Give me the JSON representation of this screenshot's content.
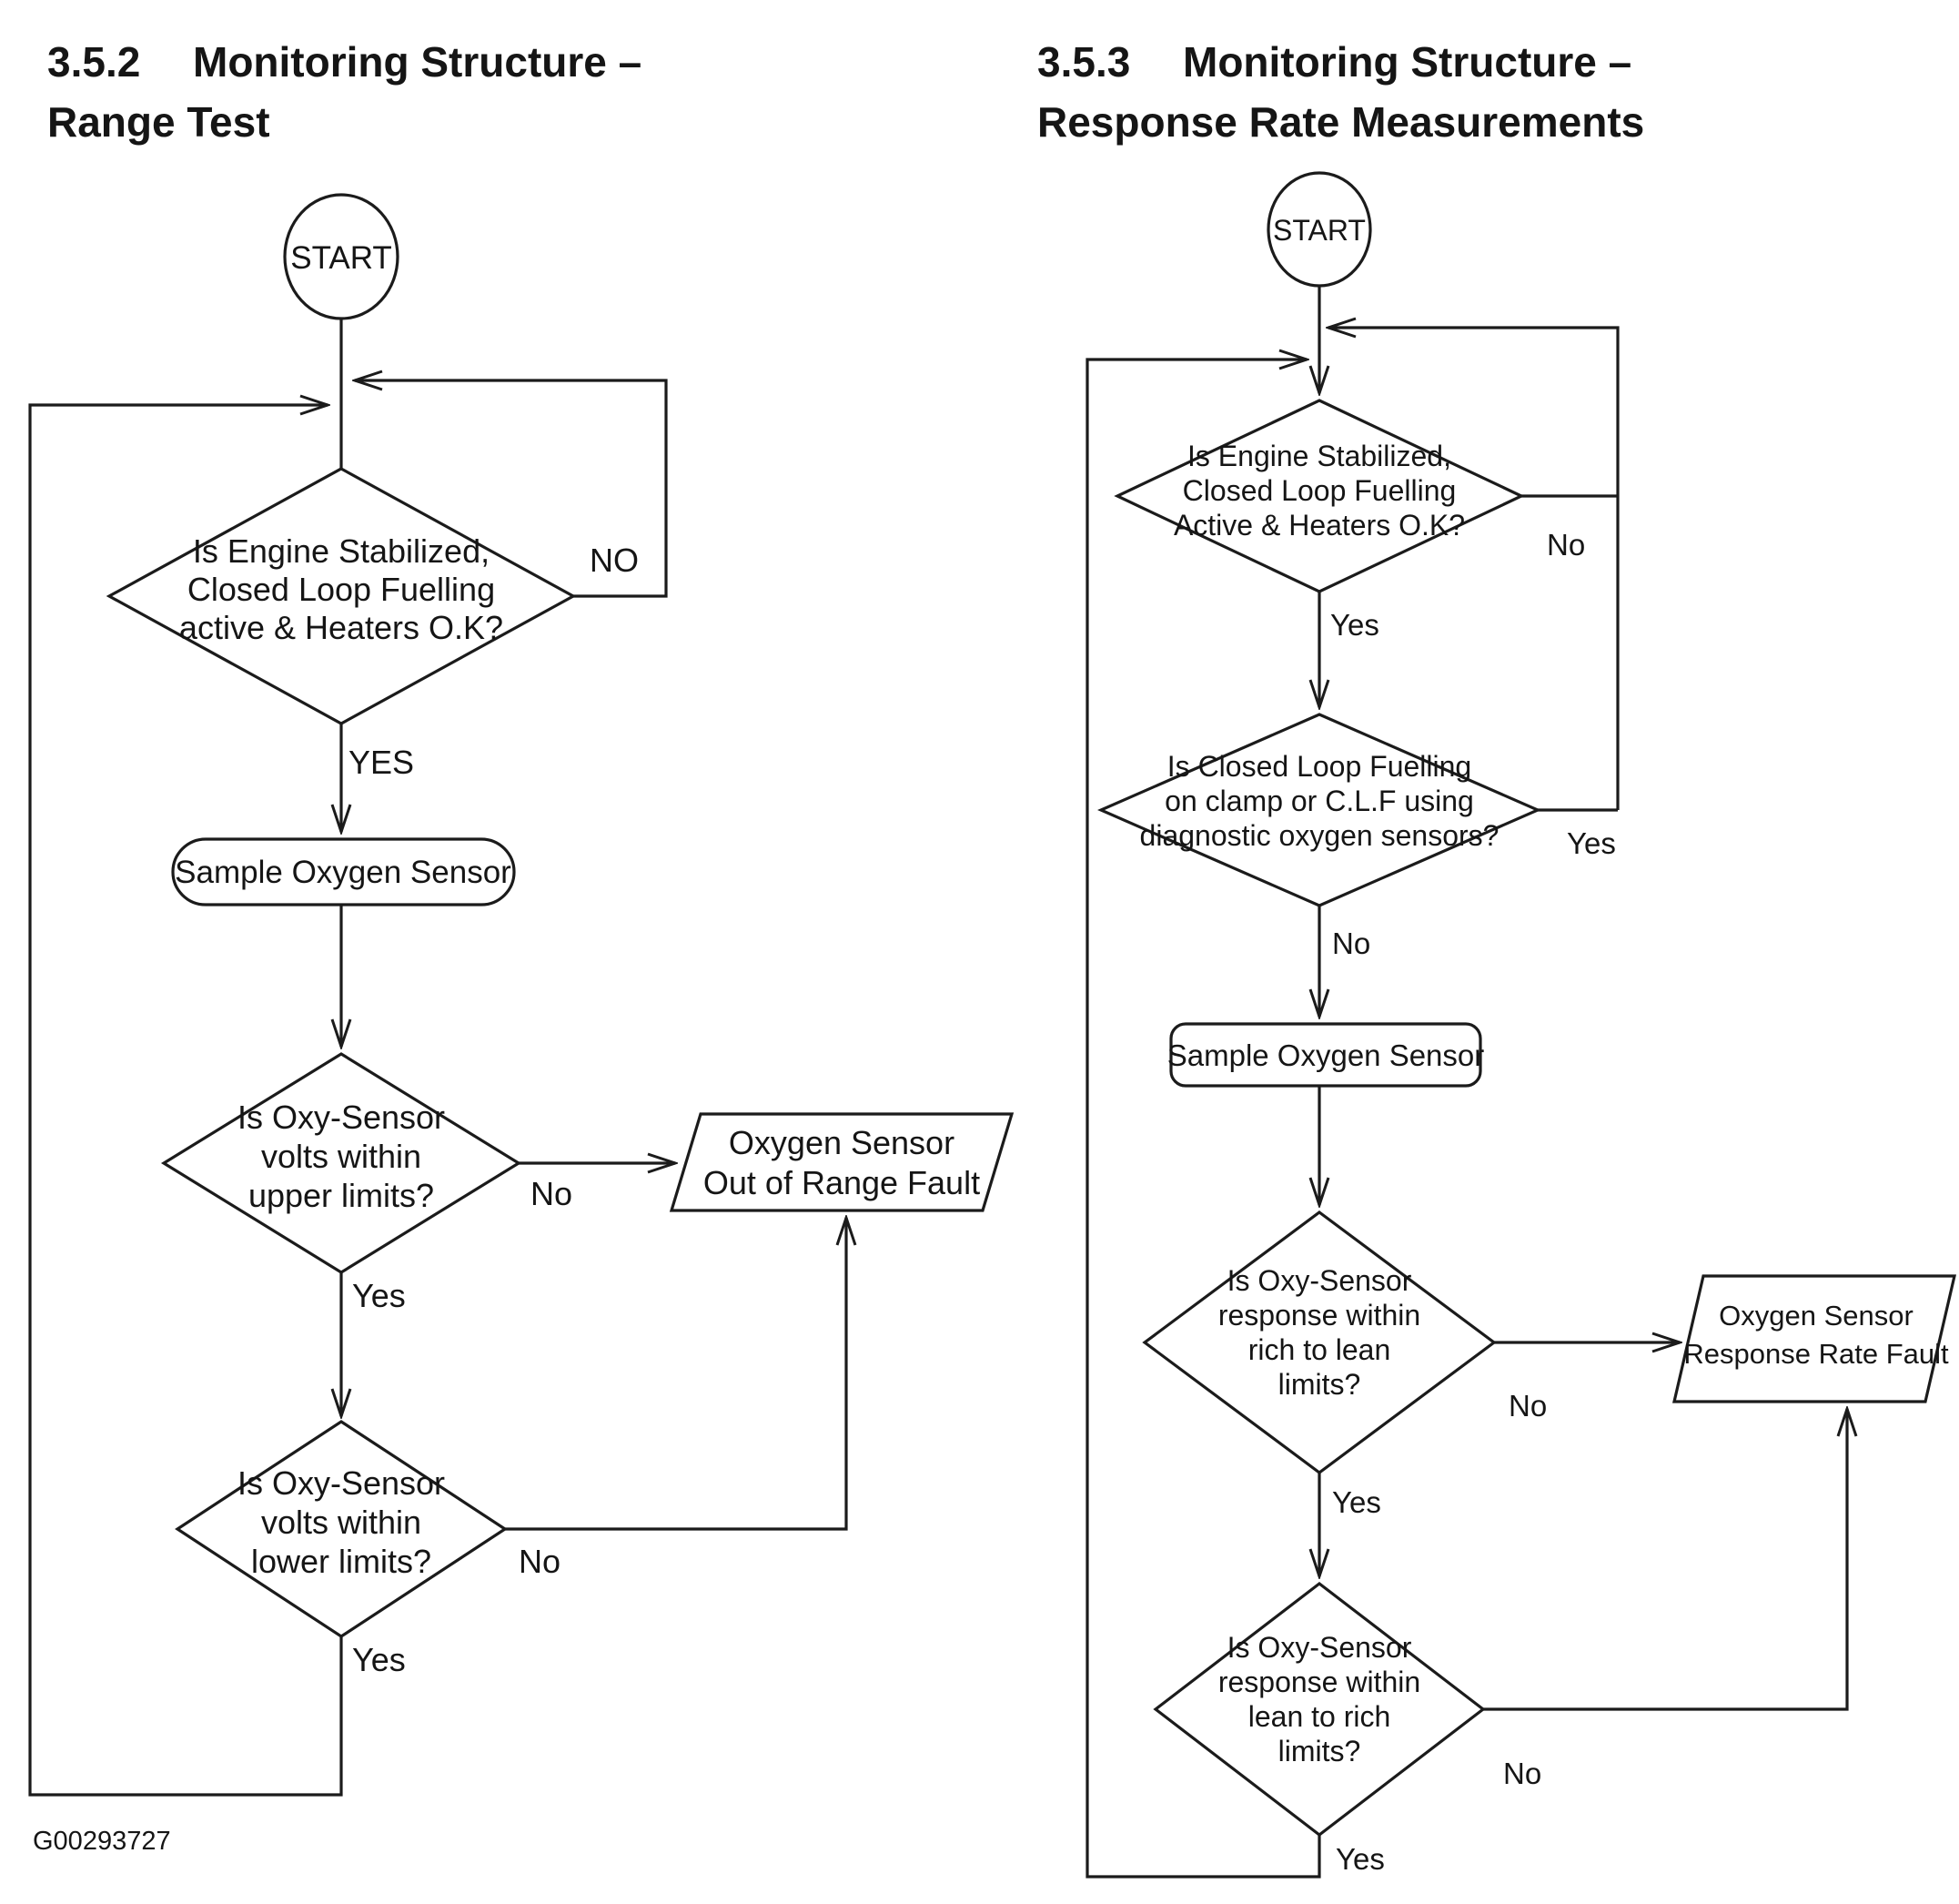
{
  "fig": {
    "code": "G00293727"
  },
  "left": {
    "num": "3.5.2",
    "title": "Monitoring Structure –",
    "subtitle": "Range Test",
    "start": "START",
    "d1": {
      "l1": "Is Engine Stabilized,",
      "l2": "Closed Loop Fuelling",
      "l3": "active & Heaters O.K?",
      "no": "NO",
      "yes": "YES"
    },
    "proc": "Sample Oxygen Sensor",
    "d2": {
      "l1": "Is Oxy-Sensor",
      "l2": "volts within",
      "l3": "upper limits?",
      "no": "No",
      "yes": "Yes"
    },
    "d3": {
      "l1": "Is Oxy-Sensor",
      "l2": "volts within",
      "l3": "lower limits?",
      "no": "No",
      "yes": "Yes"
    },
    "fault": {
      "l1": "Oxygen Sensor",
      "l2": "Out of Range Fault"
    }
  },
  "right": {
    "num": "3.5.3",
    "title": "Monitoring Structure –",
    "subtitle": "Response Rate Measurements",
    "start": "START",
    "d1": {
      "l1": "Is Engine Stabilized,",
      "l2": "Closed Loop Fuelling",
      "l3": "Active & Heaters O.K?",
      "no": "No",
      "yes": "Yes"
    },
    "d2": {
      "l1": "Is Closed Loop Fuelling",
      "l2": "on clamp or C.L.F using",
      "l3": "diagnostic oxygen sensors?",
      "no": "No",
      "yes": "Yes"
    },
    "proc": "Sample Oxygen Sensor",
    "d3": {
      "l1": "Is Oxy-Sensor",
      "l2": "response within",
      "l3": "rich to lean",
      "l4": "limits?",
      "no": "No",
      "yes": "Yes"
    },
    "d4": {
      "l1": "Is Oxy-Sensor",
      "l2": "response within",
      "l3": "lean to rich",
      "l4": "limits?",
      "no": "No",
      "yes": "Yes"
    },
    "fault": {
      "l1": "Oxygen Sensor",
      "l2": "Response Rate Fault"
    }
  }
}
